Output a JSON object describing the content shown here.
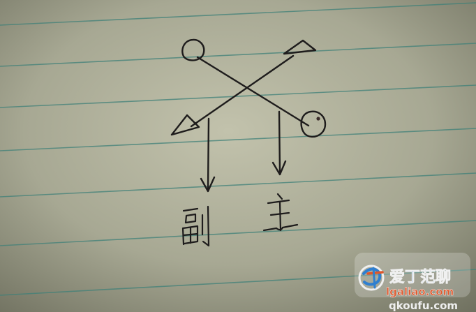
{
  "paper": {
    "base_color": "#b8b8a2",
    "shade_color": "#6f705f",
    "rule_color": "#3f8078"
  },
  "ink_color": "#1e1c1c",
  "handwriting": {
    "left_char": "副",
    "right_char": "主"
  },
  "watermark": {
    "site_name": "爱丁范聊",
    "url": "lgaliao.com",
    "bottom_text": "qkoufu.com",
    "accent_colors": [
      "#2f7fd0",
      "#e0562a",
      "#f0f0f0"
    ]
  }
}
